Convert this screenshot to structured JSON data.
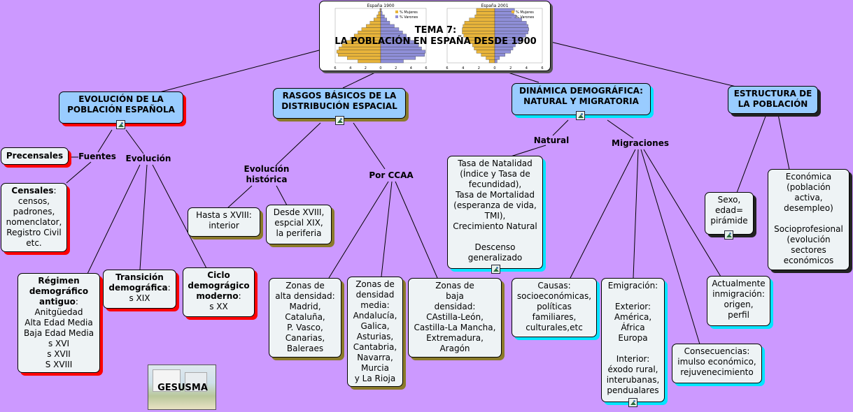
{
  "title_box": {
    "title": "TEMA 7:\nLA POBLACIÓN EN ESPAÑA DESDE 1900",
    "pyramid_left": {
      "label": "España 1900",
      "legend": [
        "% Mujeres",
        "% Varones"
      ],
      "axis": [
        "6",
        "4",
        "2",
        "0",
        "2",
        "4",
        "6"
      ],
      "men": [
        3.0,
        4.6,
        5.8,
        5.9,
        5.4,
        5.0,
        4.4,
        3.9,
        3.4,
        2.9,
        2.4,
        1.8,
        1.2,
        0.8,
        0.5,
        0.2,
        0.1
      ],
      "women": [
        3.0,
        4.4,
        5.6,
        5.8,
        5.5,
        5.1,
        4.6,
        4.0,
        3.5,
        3.0,
        2.5,
        1.9,
        1.4,
        0.9,
        0.5,
        0.3,
        0.1
      ]
    },
    "pyramid_right": {
      "label": "España 2001",
      "legend": [
        "% Mujeres",
        "% Varones"
      ],
      "axis": [
        "6",
        "4",
        "2",
        "0",
        "2",
        "4",
        "6"
      ],
      "men": [
        0.3,
        0.6,
        1.3,
        2.0,
        2.3,
        2.6,
        3.1,
        3.6,
        3.9,
        4.2,
        4.3,
        4.2,
        4.0,
        3.4,
        2.7,
        2.4,
        2.5
      ],
      "women": [
        0.7,
        1.1,
        1.7,
        2.3,
        2.6,
        2.8,
        3.2,
        3.6,
        3.9,
        4.1,
        4.1,
        4.0,
        3.8,
        3.2,
        2.5,
        2.3,
        2.3
      ]
    },
    "colors": {
      "women": "#e8b43a",
      "men": "#8f8fd8"
    }
  },
  "nodes": {
    "evolucion_poblacion": "EVOLUCIÓN DE LA\nPOBLACIÓN ESPAÑOLA",
    "rasgos": "RASGOS BÁSICOS DE LA\nDISTRIBUCIÓN ESPACIAL",
    "dinamica": "DINÁMICA DEMOGRÁFICA:\nNATURAL Y MIGRATORIA",
    "estructura": "ESTRUCTURA DE\nLA POBLACIÓN",
    "fuentes": "Fuentes",
    "evolucion": "Evolución",
    "precensales": "Precensales",
    "censales_bold": "Censales",
    "censales_rest": ":\ncensos,\npadrones,\nnomenclator,\nRegistro Civil\netc.",
    "regimen_bold": "Régimen\ndemográfico\nantiguo",
    "regimen_rest": ":\nAnitgüedad\nAlta Edad Media\nBaja Edad Media\ns XVI\ns XVII\nS XVIII",
    "transicion_bold": "Transición\ndemográfica",
    "transicion_rest": ":\ns XIX",
    "ciclo_bold": "Ciclo\ndemográgico\nmoderno",
    "ciclo_rest": ":\ns XX",
    "evolucion_historica": "Evolución\nhistórica",
    "por_ccaa": "Por CCAA",
    "hasta_xviii": "Hasta s XVIII:\ninterior",
    "desde_xviii": "Desde XVIII,\nespcial XIX,\nla periferia",
    "zona_alta": "Zonas de\nalta densidad:\nMadrid,\nCataluña,\nP. Vasco,\nCanarias,\nBaleraes",
    "zona_media": "Zonas de\ndensidad\nmedia:\nAndalucía,\nGalica,\nAsturias,\nCantabria,\nNavarra,\nMurcia\ny La Rioja",
    "zona_baja": "Zonas de\nbaja\ndensidad:\nCAstilla-León,\nCastilla-La Mancha,\nExtremadura,\nAragón",
    "natural": "Natural",
    "migraciones": "Migraciones",
    "tasas": "Tasa de Natalidad\n(Índice y Tasa de\nfecundidad),\nTasa de Mortalidad\n(esperanza de vida,\nTMI),\nCrecimiento Natural\n\nDescenso\ngeneralizado",
    "causas": "Causas:\nsocioeconómicas,\npolíticas\nfamiliares,\nculturales,etc",
    "emigracion": "Emigración:\n\nExterior:\nAmérica,\nÁfrica\nEuropa\n\nInterior:\néxodo rural,\ninterubanas,\npendualares",
    "consecuencias": "Consecuencias:\nimulso económico,\nrejuvenecimiento",
    "actualmente": "Actualmente\ninmigración:\norigen,\nperfil",
    "sexo_edad": "Sexo,\nedad=\npirámide",
    "economica": "Económica\n(población\nactiva,\ndesempleo)\n\nSocioprofesional\n(evolución\nsectores\neconómicos"
  },
  "logo": {
    "text": "GESUSMA"
  }
}
